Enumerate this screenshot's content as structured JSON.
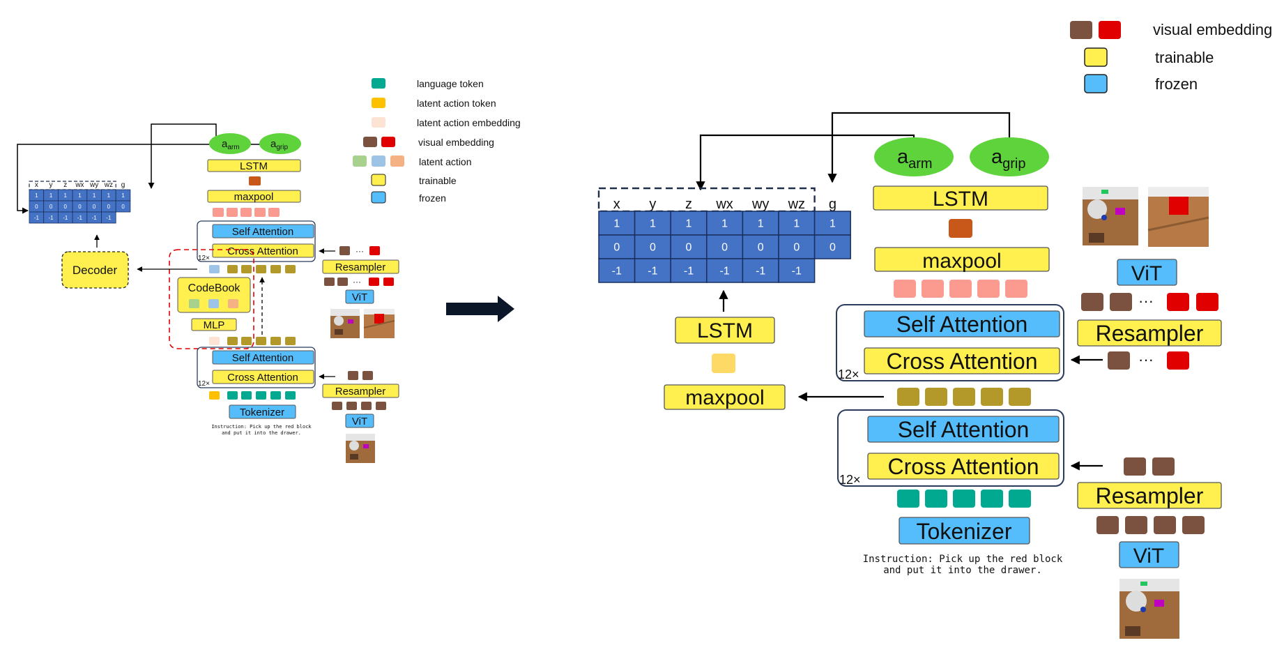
{
  "colors": {
    "language_token": "#00a98f",
    "latent_action_token": "#ffc000",
    "latent_action_embedding": "#fde3d3",
    "visual_brown": "#7b5240",
    "visual_red": "#e00000",
    "trainable": "#fff04f",
    "frozen": "#56bdfc",
    "olive": "#b2992a",
    "salmon": "#fb9a8f",
    "grid_blue": "#4472c4",
    "orange_token": "#c8581a",
    "arm_green": "#5ed33c"
  },
  "legend_small": {
    "items": [
      {
        "label": "language token"
      },
      {
        "label": "latent action token"
      },
      {
        "label": "latent action embedding"
      },
      {
        "label": "visual embedding"
      },
      {
        "label": "latent action"
      },
      {
        "label": "trainable"
      },
      {
        "label": "frozen"
      }
    ]
  },
  "legend_large": {
    "items": [
      {
        "label": "visual embedding"
      },
      {
        "label": "trainable"
      },
      {
        "label": "frozen"
      }
    ]
  },
  "left": {
    "a_arm": "a",
    "a_arm_sub": "arm",
    "a_grip": "a",
    "a_grip_sub": "grip",
    "lstm": "LSTM",
    "maxpool": "maxpool",
    "self_attention": "Self Attention",
    "cross_attention": "Cross Attention",
    "repeat": "12×",
    "self_attention2": "Self Attention",
    "cross_attention2": "Cross Attention",
    "repeat2": "12×",
    "decoder": "Decoder",
    "codebook": "CodeBook",
    "mlp": "MLP",
    "resampler_top": "Resampler",
    "vit_top": "ViT",
    "resampler_bottom": "Resampler",
    "vit_bottom": "ViT",
    "tokenizer": "Tokenizer",
    "dots": "···",
    "instruction_line1": "Instruction: Pick up the red block",
    "instruction_line2": "and put it into the drawer."
  },
  "right": {
    "a_arm": "a",
    "a_arm_sub": "arm",
    "a_grip": "a",
    "a_grip_sub": "grip",
    "lstm_top": "LSTM",
    "maxpool_top": "maxpool",
    "self_attention": "Self Attention",
    "cross_attention": "Cross Attention",
    "repeat": "12×",
    "self_attention2": "Self Attention",
    "cross_attention2": "Cross Attention",
    "repeat2": "12×",
    "lstm_mid": "LSTM",
    "maxpool_mid": "maxpool",
    "vit_top": "ViT",
    "resampler_top": "Resampler",
    "resampler_bottom": "Resampler",
    "vit_bottom": "ViT",
    "tokenizer": "Tokenizer",
    "dots": "···",
    "instruction_line1": "Instruction: Pick up the red block",
    "instruction_line2": "and put it into the drawer."
  },
  "action_grid": {
    "headers": [
      "x",
      "y",
      "z",
      "wx",
      "wy",
      "wz",
      "g"
    ],
    "rows": [
      [
        "1",
        "1",
        "1",
        "1",
        "1",
        "1",
        "1"
      ],
      [
        "0",
        "0",
        "0",
        "0",
        "0",
        "0",
        "0"
      ],
      [
        "-1",
        "-1",
        "-1",
        "-1",
        "-1",
        "-1",
        ""
      ]
    ]
  }
}
